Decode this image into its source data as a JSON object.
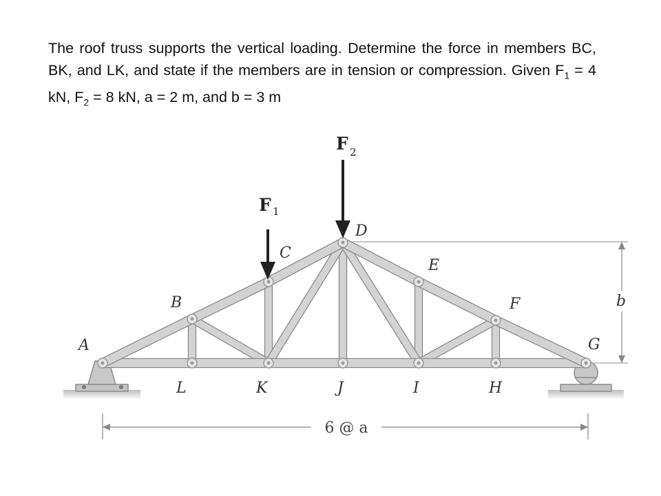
{
  "problem": {
    "line1": "The roof truss supports the vertical loading. Determine the force in members BC, BK, and LK, and state if the members are in tension or compression. Given F",
    "sub1": "1",
    "mid1": " = 4 kN, F",
    "sub2": "2",
    "mid2": " = 8 kN, a = 2 m, and b = 3 m"
  },
  "figure": {
    "joint_labels": {
      "A": "A",
      "B": "B",
      "C": "C",
      "D": "D",
      "E": "E",
      "F": "F",
      "G": "G",
      "H": "H",
      "I": "I",
      "J": "J",
      "K": "K",
      "L": "L"
    },
    "loads": [
      {
        "symbol": "F",
        "sub": "1",
        "joint": "C"
      },
      {
        "symbol": "F",
        "sub": "2",
        "joint": "D"
      }
    ],
    "dimensions": {
      "span_label": "6 @ a",
      "height_label": "b"
    },
    "colors": {
      "member_fill": "#d3d3d3",
      "member_edge": "#8a8a8a",
      "pin": "#9a9a9a",
      "arrow": "#222222"
    }
  }
}
